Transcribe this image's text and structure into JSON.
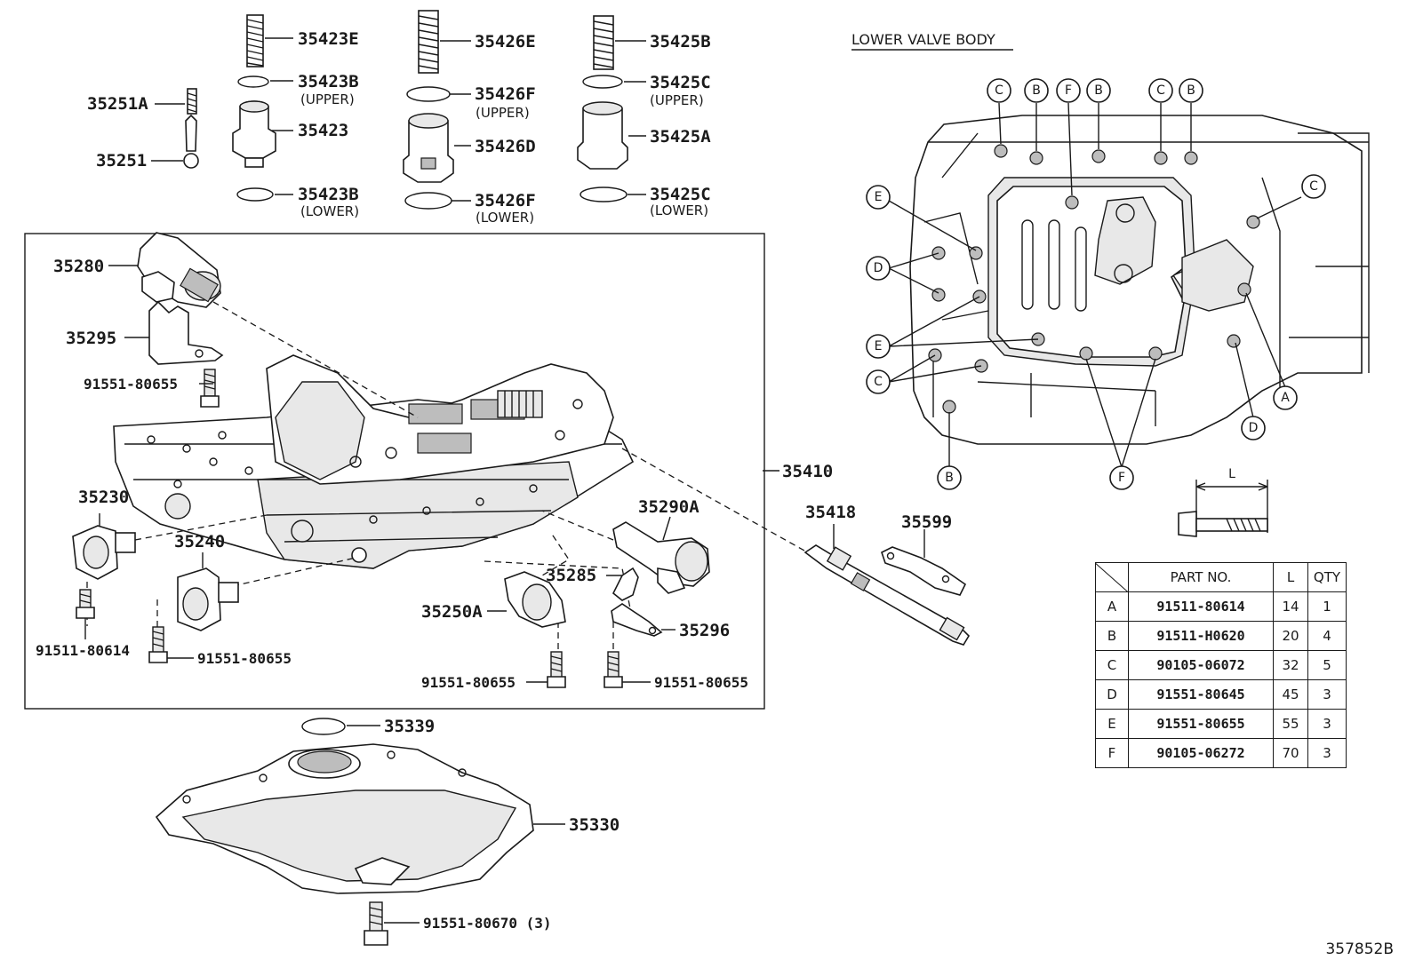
{
  "diagram": {
    "diagram_id": "357852B",
    "section_title": "LOWER VALVE BODY",
    "callouts": {
      "p35423E": "35423E",
      "p35423B_upper": "35423B",
      "p35423B_lower": "35423B",
      "p35423": "35423",
      "p35251A": "35251A",
      "p35251": "35251",
      "p35426E": "35426E",
      "p35426F_upper": "35426F",
      "p35426F_lower": "35426F",
      "p35426D": "35426D",
      "p35425B": "35425B",
      "p35425C_upper": "35425C",
      "p35425C_lower": "35425C",
      "p35425A": "35425A",
      "p35280": "35280",
      "p35295": "35295",
      "p91551_80655_a": "91551-80655",
      "p35230": "35230",
      "p35240": "35240",
      "p91511_80614": "91511-80614",
      "p91551_80655_b": "91551-80655",
      "p35410": "35410",
      "p35290A": "35290A",
      "p35285": "35285",
      "p35250A": "35250A",
      "p35296": "35296",
      "p91551_80655_c": "91551-80655",
      "p91551_80655_d": "91551-80655",
      "p35339": "35339",
      "p35330": "35330",
      "p91551_80670": "91551-80670 (3)",
      "p35418": "35418",
      "p35599": "35599"
    },
    "notes": {
      "upper": "(UPPER)",
      "lower": "(LOWER)"
    },
    "bolt_dimension_label": "L",
    "bolt_letters": {
      "c1": "C",
      "b1": "B",
      "f1": "F",
      "b2": "B",
      "c2": "C",
      "b3": "B",
      "e1": "E",
      "c3": "C",
      "d1": "D",
      "e2": "E",
      "c4": "C",
      "a1": "A",
      "d2": "D",
      "b4": "B",
      "f2": "F"
    },
    "bolt_table": {
      "headers": {
        "part_no": "PART NO.",
        "length": "L",
        "qty": "QTY"
      },
      "rows": [
        {
          "key": "A",
          "part_no": "91511-80614",
          "length": "14",
          "qty": "1"
        },
        {
          "key": "B",
          "part_no": "91511-H0620",
          "length": "20",
          "qty": "4"
        },
        {
          "key": "C",
          "part_no": "90105-06072",
          "length": "32",
          "qty": "5"
        },
        {
          "key": "D",
          "part_no": "91551-80645",
          "length": "45",
          "qty": "3"
        },
        {
          "key": "E",
          "part_no": "91551-80655",
          "length": "55",
          "qty": "3"
        },
        {
          "key": "F",
          "part_no": "90105-06272",
          "length": "70",
          "qty": "3"
        }
      ]
    }
  }
}
